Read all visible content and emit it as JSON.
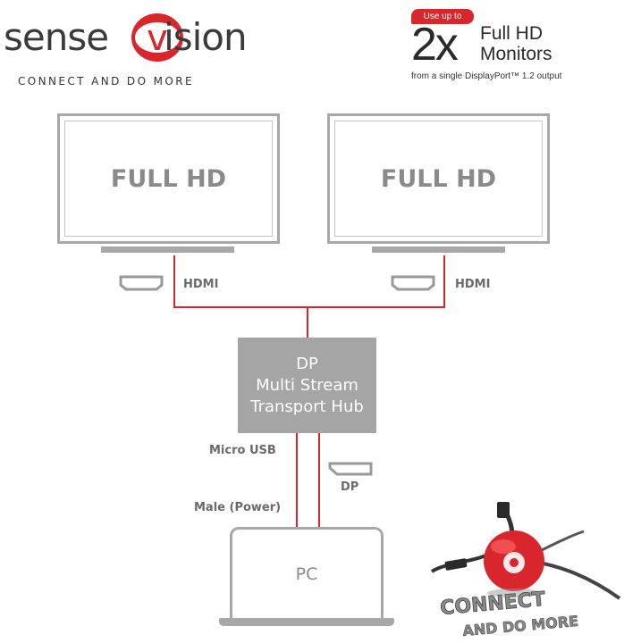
{
  "logo": {
    "word_left": "sense",
    "word_right": "ision",
    "v_letter": "v",
    "tagline": "CONNECT AND DO MORE"
  },
  "badge": {
    "pill": "Use up to",
    "big": "2x",
    "line1": "Full HD",
    "line2": "Monitors",
    "note": "from a single DisplayPort™ 1.2 output"
  },
  "monitors": [
    {
      "label": "FULL HD",
      "connector": "HDMI"
    },
    {
      "label": "FULL HD",
      "connector": "HDMI"
    }
  ],
  "hub": {
    "lines": [
      "DP",
      "Multi Stream",
      "Transport Hub"
    ]
  },
  "pc": {
    "label": "PC",
    "cable_left_1": "Micro USB",
    "cable_left_2": "Male (Power)",
    "cable_right": "DP"
  },
  "product_art": {
    "line1": "CONNECT",
    "line2": "AND DO MORE"
  },
  "colors": {
    "accent": "#d9262c",
    "device_gray": "#a8a8a8",
    "hub_gray": "#a5a5a5",
    "label_gray": "#6a6a6a"
  }
}
